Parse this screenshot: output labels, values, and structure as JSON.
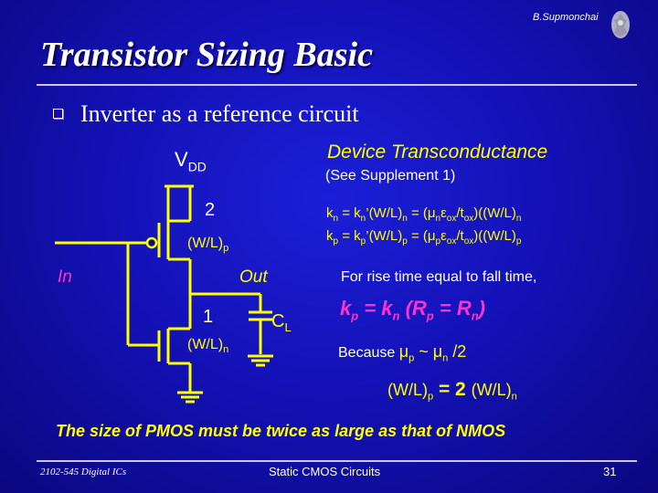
{
  "header": {
    "author": "B.Supmonchai",
    "title": "Transistor Sizing Basic"
  },
  "bullet": {
    "text": "Inverter as a reference circuit"
  },
  "circuit": {
    "vdd_main": "V",
    "vdd_sub": "DD",
    "pmos_ratio": "2",
    "pmos_wl": "(W/L)",
    "pmos_wl_sub": "p",
    "input_label": "In",
    "output_label": "Out",
    "nmos_ratio": "1",
    "nmos_wl": "(W/L)",
    "nmos_wl_sub": "n",
    "cap_main": "C",
    "cap_sub": "L"
  },
  "device": {
    "title": "Device Transconductance",
    "subtitle": "(See Supplement 1)",
    "eq_n": {
      "k": "k",
      "n": "n",
      "eq1": " = k",
      "prime": "’(W/L)",
      "eq2": " = (μ",
      "eps": "ε",
      "ox": "ox",
      "slash": "/t",
      "close": ")((W/L)"
    },
    "eq_p": {
      "k": "k",
      "p": "p",
      "eq1": " = k",
      "prime": "’(W/L)",
      "eq2": " = (μ",
      "eps": "ε",
      "ox": "ox",
      "slash": "/t",
      "close": ")((W/L)"
    }
  },
  "rise_fall": "For rise time equal to fall time,",
  "kp_equation": {
    "k": "k",
    "p": "p",
    "mid": " = k",
    "n": "n",
    "open": " (R",
    "eq": " = R",
    "close": ")"
  },
  "because": {
    "text": "Because ",
    "mu": "μ",
    "p": "p",
    "tilde": " ~ ",
    "n": "n",
    "div": " /2"
  },
  "wl_relation": {
    "wl": "(W/L)",
    "p": "p",
    "eq": " = 2 ",
    "n": "n"
  },
  "conclusion": "The size of PMOS must be twice as large as that of NMOS",
  "footer": {
    "course": "2102-545 Digital ICs",
    "topic": "Static CMOS Circuits",
    "page": "31"
  }
}
